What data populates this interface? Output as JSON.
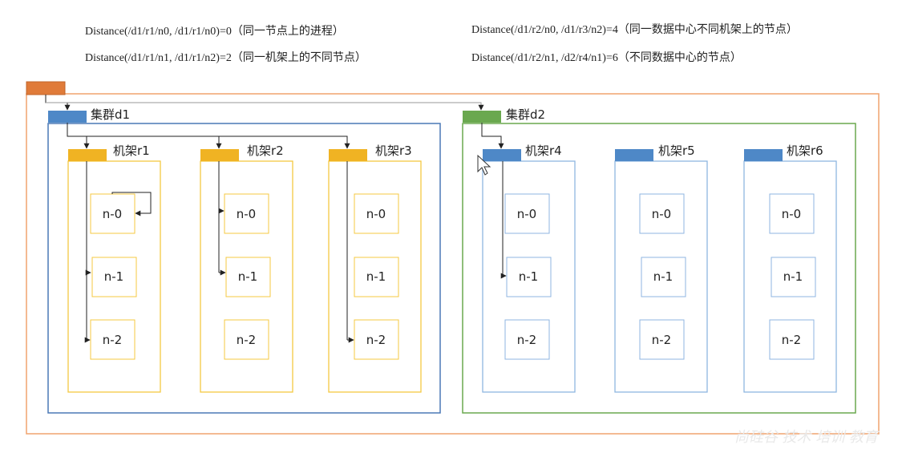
{
  "formulas": {
    "f1": "Distance(/d1/r1/n0, /d1/r1/n0)=0（同一节点上的进程）",
    "f2": "Distance(/d1/r1/n1, /d1/r1/n2)=2（同一机架上的不同节点）",
    "f3": "Distance(/d1/r2/n0, /d1/r3/n2)=4（同一数据中心不同机架上的节点）",
    "f4": "Distance(/d1/r2/n1, /d2/r4/n1)=6（不同数据中心的节点）"
  },
  "clusters": [
    {
      "label": "集群d1",
      "color": "#4e88c7"
    },
    {
      "label": "集群d2",
      "color": "#6aa84f"
    }
  ],
  "racks": [
    "机架r1",
    "机架r2",
    "机架r3",
    "机架r4",
    "机架r5",
    "机架r6"
  ],
  "nodes": [
    "n-0",
    "n-1",
    "n-2"
  ],
  "colors": {
    "root": "#e07b39",
    "rack_d1": "#f0b323",
    "rack_d2": "#4e88c7",
    "cluster_d1_border": "#4a78b5",
    "cluster_d2_border": "#6aa84f",
    "rack_d1_border": "#f5c842",
    "rack_d2_border": "#8fb6e0"
  },
  "watermark": "尚硅谷 技术 培训 教育"
}
